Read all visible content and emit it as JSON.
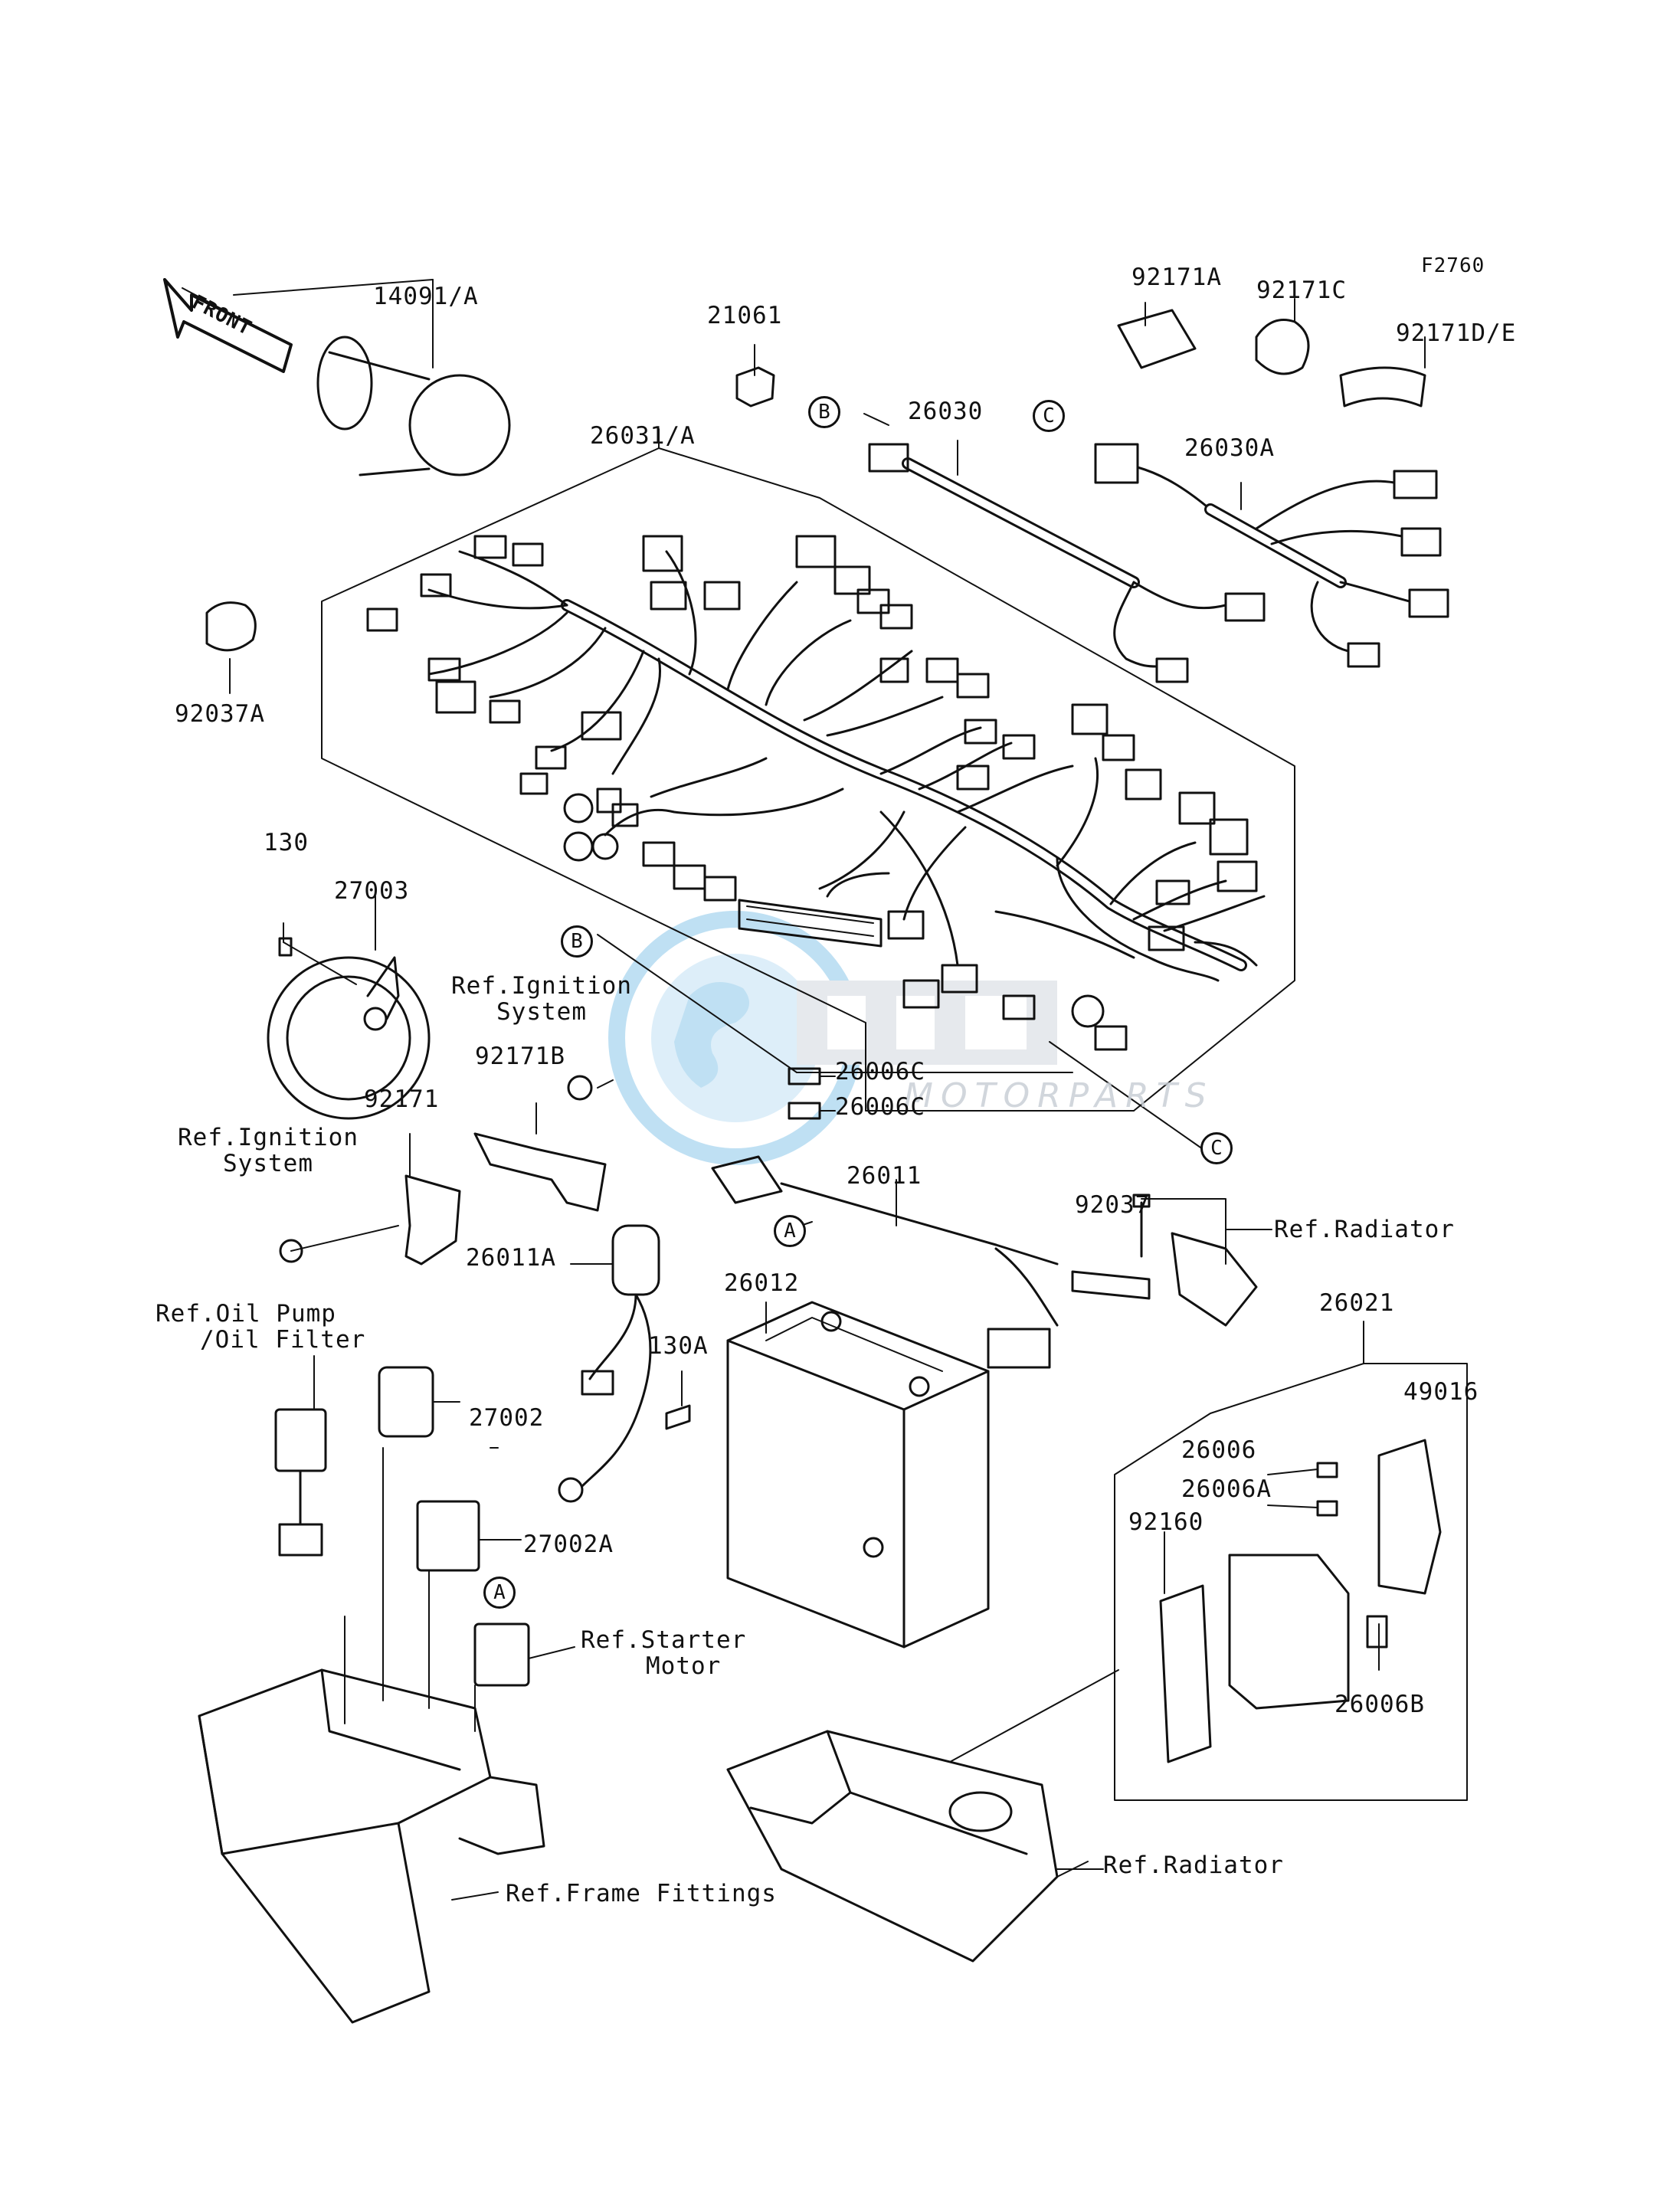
{
  "figure_code": "F2760",
  "front_label": "FRONT",
  "watermark": {
    "brand": "MOTORPARTS",
    "color": "#4aa8de"
  },
  "parts": {
    "p14091": "14091/A",
    "p21061": "21061",
    "p26030": "26030",
    "p26030A": "26030A",
    "p26031": "26031/A",
    "p92171A": "92171A",
    "p92171C": "92171C",
    "p92171DE": "92171D/E",
    "p92037A": "92037A",
    "p130": "130",
    "p27003": "27003",
    "p92171B": "92171B",
    "p92171": "92171",
    "p26006C_1": "26006C",
    "p26006C_2": "26006C",
    "p26011": "26011",
    "p26011A": "26011A",
    "p26012": "26012",
    "p130A": "130A",
    "p27002": "27002",
    "p27002A": "27002A",
    "p92037": "92037",
    "p26021": "26021",
    "p49016": "49016",
    "p26006": "26006",
    "p26006A": "26006A",
    "p92160": "92160",
    "p26006B": "26006B"
  },
  "refs": {
    "ignition_1_line1": "Ref.Ignition",
    "ignition_1_line2": "System",
    "ignition_2_line1": "Ref.Ignition",
    "ignition_2_line2": "System",
    "oil_line1": "Ref.Oil Pump",
    "oil_line2": "/Oil Filter",
    "starter_line1": "Ref.Starter",
    "starter_line2": "Motor",
    "radiator_1": "Ref.Radiator",
    "radiator_2": "Ref.Radiator",
    "frame": "Ref.Frame Fittings"
  },
  "callouts": {
    "b_top": "B",
    "c_top": "C",
    "b_mid": "B",
    "c_mid": "C",
    "a_mid": "A",
    "a_low": "A"
  }
}
